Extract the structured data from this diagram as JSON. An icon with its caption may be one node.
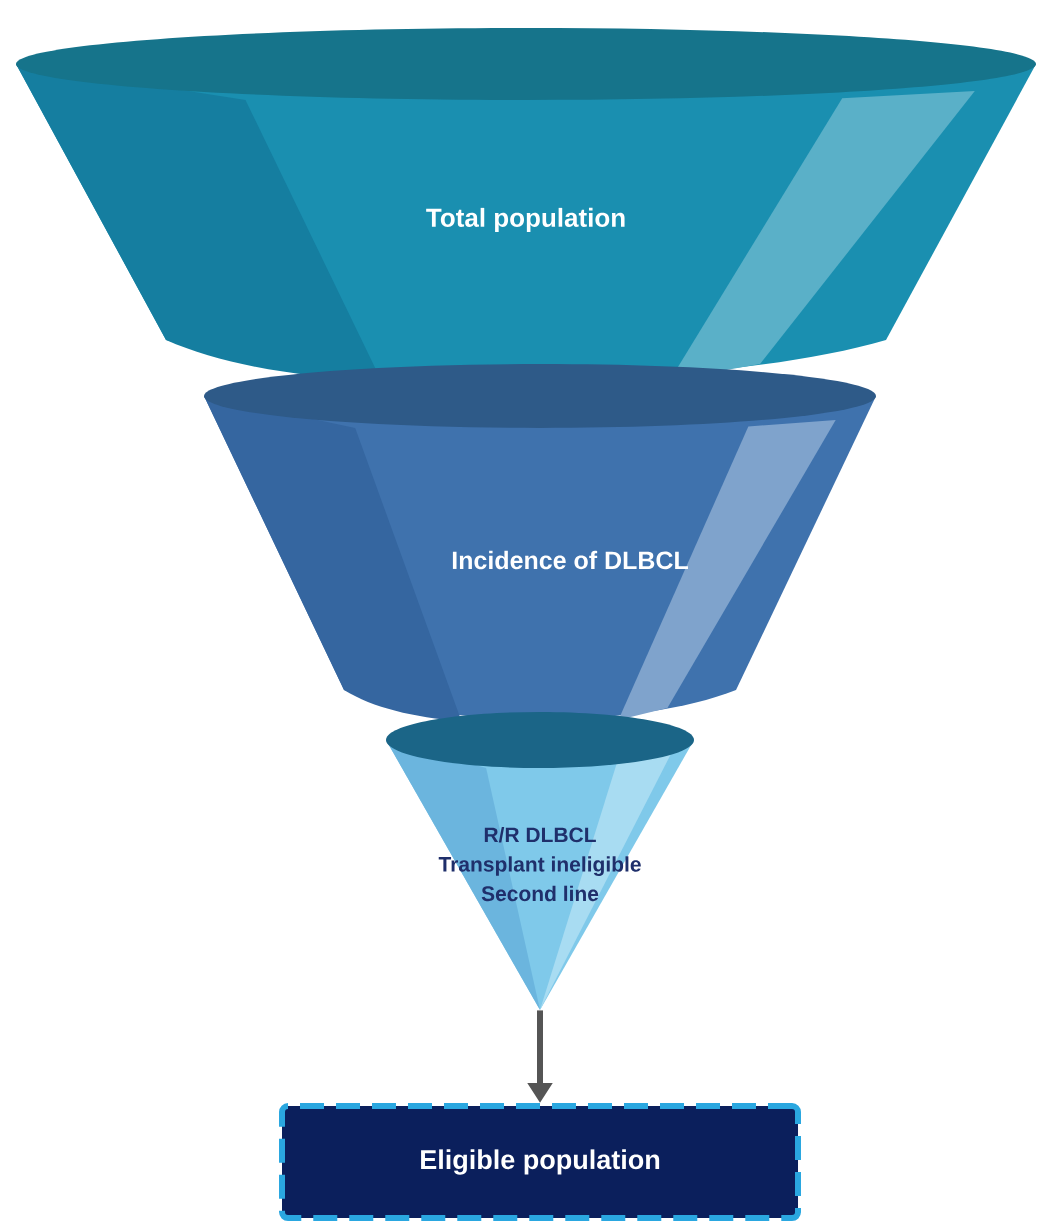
{
  "diagram": {
    "nodes": [
      {
        "text": [
          "Total  population"
        ]
      },
      {
        "text": [
          "Incidence of DLBCL"
        ]
      },
      {
        "text": [
          "R/R DLBCL",
          "Transplant ineligible",
          "Second line"
        ]
      },
      {
        "text": [
          "Eligible population"
        ]
      }
    ],
    "edges": [
      {
        "from": 2,
        "to": 3,
        "arrow": "to"
      }
    ]
  }
}
